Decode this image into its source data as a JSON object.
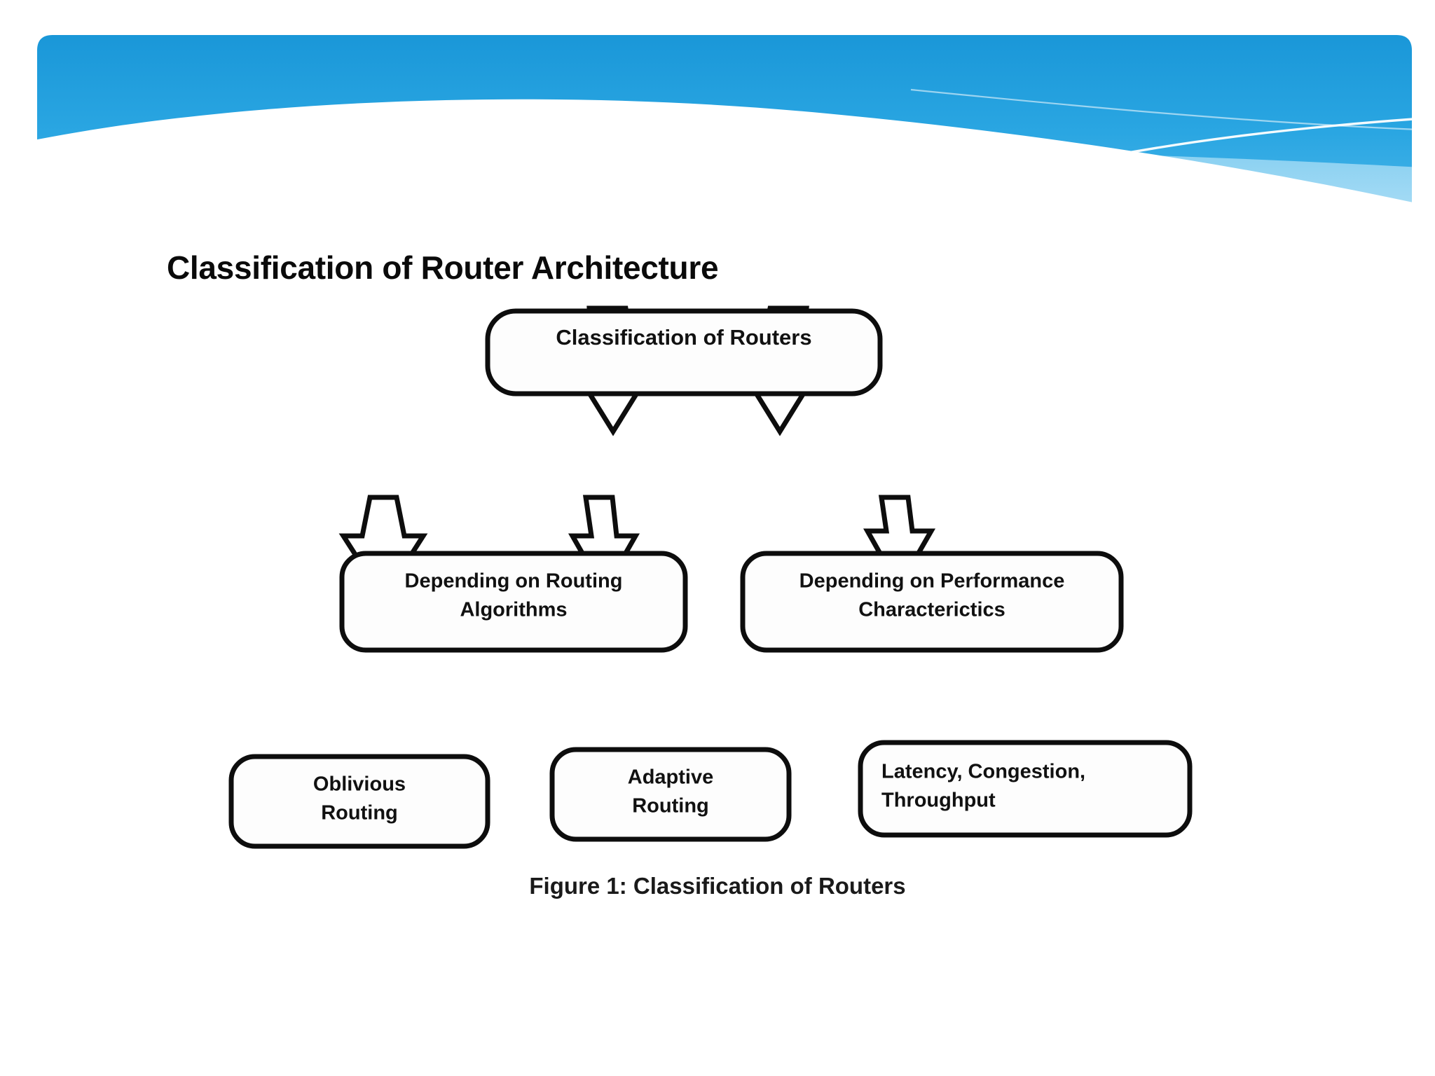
{
  "slide": {
    "title": "Classification of Router Architecture",
    "background_color": "#ffffff"
  },
  "banner": {
    "name": "decorative-blue-wave-banner",
    "colors": {
      "blue_dark": "#1c9ad6",
      "blue_mid": "#29a3e0",
      "blue_light": "#79c9ef",
      "blue_pale": "#b7e2f7",
      "stroke_white": "#ffffff"
    }
  },
  "diagram": {
    "caption": "Figure 1: Classification of Routers",
    "nodes": {
      "root": {
        "label": "Classification of Routers"
      },
      "branch_left": {
        "line1": "Depending on Routing",
        "line2": "Algorithms"
      },
      "branch_right": {
        "line1": "Depending on Performance",
        "line2": "Characterictics"
      },
      "leaf_oblivious": {
        "line1": "Oblivious",
        "line2": "Routing"
      },
      "leaf_adaptive": {
        "line1": "Adaptive",
        "line2": "Routing"
      },
      "leaf_metrics": {
        "line1": "Latency, Congestion,",
        "line2": "Throughput"
      }
    },
    "edges": [
      {
        "from": "root",
        "to": "branch_left",
        "style": "block-arrow-down"
      },
      {
        "from": "root",
        "to": "branch_right",
        "style": "block-arrow-down"
      },
      {
        "from": "branch_left",
        "to": "leaf_oblivious",
        "style": "block-arrow-down"
      },
      {
        "from": "branch_left",
        "to": "leaf_adaptive",
        "style": "block-arrow-down"
      },
      {
        "from": "branch_right",
        "to": "leaf_metrics",
        "style": "block-arrow-down"
      }
    ],
    "stroke_color": "#0d0d0d",
    "fill_color": "#fdfdfd"
  }
}
